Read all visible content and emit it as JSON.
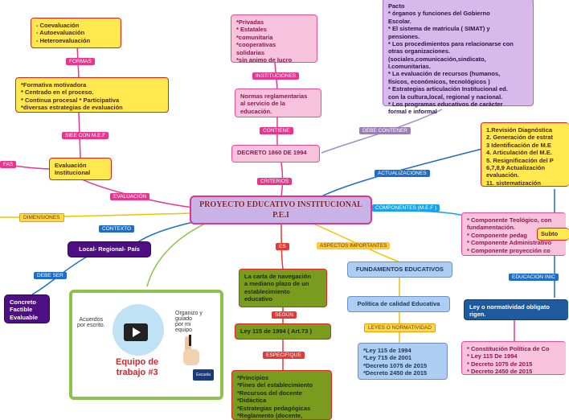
{
  "central": {
    "title": "PROYECTO EDUCATIVO INSTITUCIONAL P.E.I"
  },
  "edges": {
    "es": "ES",
    "contexto": "CONTEXTO",
    "dimensiones": "DIMENSIONES",
    "evaluacion": "EVALUACIÓN",
    "formas": "FORMAS",
    "siee": "SIEE CON M.E.F",
    "criterios": "CRITERIOS",
    "contiene": "CONTIENE",
    "instituciones": "INSTITUCIONES",
    "debe_contener": "DEBE CONTENER",
    "actualizaciones": "ACTUALIZACIONES",
    "componentes": "COMPONENTES  (M.E.F )",
    "educacion": "EDUCACION INIC",
    "aspectos": "ASPECTOS IMPORTANTES",
    "leyes": "LEYES O NORMATIVIDAD",
    "segun": "SEGÚN",
    "especifique": "ESPECIFIQUE",
    "debe_ser": "DEBE SER",
    "formas_left": "FAS"
  },
  "nodes": {
    "autoeval": "- Coevaluación\n-  Autoevaluación\n- Heteroevaluación",
    "formativa": "*Formativa motivadora\n* Centrado en el proceso.\n* Continua procesal  * Participativa\n*diversas estrategias de evaluación",
    "evaluacion_inst": "Evaluación\nInstitucional",
    "privadas": "*Privadas\n* Estatales\n*comunitaria\n*cooperativas\nsolidarias\n*sin animo de lucro",
    "normas": "Normas reglamentarias\nal servicio de la\neducación.",
    "decreto": "DECRETO 1860 DE 1994",
    "pacto": "Pacto\n* órganos y funciones del  Gobierno\nEscolar.\n* El sistema de matricula  ( SIMAT) y\npensiones.\n* Los procedimientos para relacionarse con\notras organizaciones.\n(sociales,comunicación,sindicato,\nI.comunitarias.\n* La evaluación de recursos (humanos,\nfísicos, económicos, tecnológicos )\n* Estrategias articulación  Institucional ed.\ncon la cultura,local, regional y nacional.\n*  Los programas educativos de carácter\nformal e informal",
    "revision": "1.Revisión  Diagnóstica\n2. Generación de estrat\n3 Identificación de M.E\n4. Articulación del M.E.\n5.  Resignificación del P\n6,7,8,9  Actualización\nevaluación.\n11. sistematización",
    "componente_teo": "* Componente Teológico, con\nfundamentación.\n*  Componente  pedag\n* Componente  Administrativo\n* Componente  proyección co",
    "subto": "Subto",
    "ley_norm": "Ley  o normatividad obligato\nrigen.",
    "constitucion": "*  Constitución  Política  de  Co\n* Ley 115 De 1994\n*  Decreto 1075 de 2015\n*  Decreto 2450 de 2015",
    "local": "Local-  Regional-  País",
    "concreto": "Concreto\nFactible\nEvaluable",
    "carta": "La carta de navegación\na mediano plazo de un\nestablecimiento\neducativo",
    "ley115": "Ley 115  de 1994 ( Art.73 )",
    "principios": "*Principios\n*Fines del establecimiento\n*Recursos del docente\n*Didáctica\n*Estrategias  pedagógicas\n*Reglamento  (docente,",
    "fundamentos": "FUNDAMENTOS  EDUCATIVOS",
    "politica": "Política de calidad  Educativa",
    "leyes_list": "*Ley 115 de 1994\n*Ley 715 de 2001\n*Decreto 1075 de 2015\n*Decreto 2450 de 2015"
  },
  "image": {
    "left_text": "Acuerdos\npor escrito.",
    "right_text": "Organizo y\nguiado\npor mi\nequipo",
    "caption": "Equipo de\ntrabajo #3",
    "logo": "Escuela"
  },
  "colors": {
    "pink_line": "#e8368f",
    "blue_line": "#1f6dc4",
    "yellow_line": "#f2c200",
    "green_line": "#8bc34a",
    "purple_line": "#a58bc9",
    "cyan_line": "#1aa3e8"
  }
}
